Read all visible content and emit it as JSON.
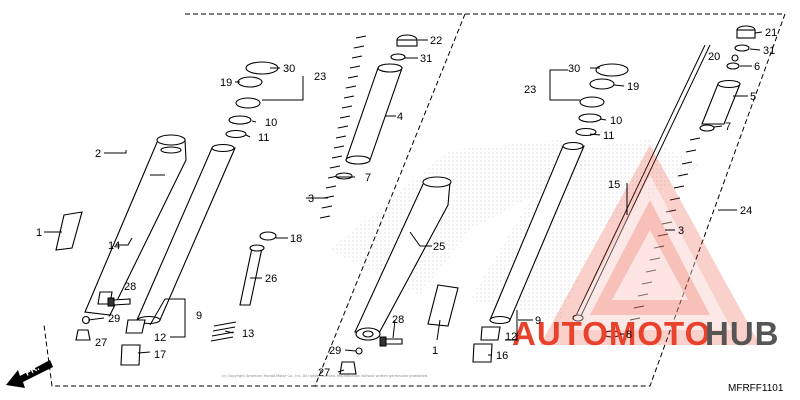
{
  "diagram_code": "MFRFF1101",
  "direction_label": "FR.",
  "watermark": {
    "word_a": "AUTOMOTO",
    "word_b": "HUB",
    "color_a": "#e8412c",
    "color_b": "#555555"
  },
  "copyright": "(c) Copyright American Honda Motor Co., Inc. All rights reserved. Reproduction without written permission prohibited.",
  "callouts": {
    "left": [
      "2",
      "1",
      "14",
      "28",
      "29",
      "27",
      "12",
      "17",
      "9",
      "13",
      "26",
      "18",
      "3",
      "11",
      "10",
      "19",
      "30",
      "23",
      "4",
      "7",
      "22",
      "31"
    ],
    "middle": [
      "25",
      "28",
      "29",
      "27",
      "1",
      "9",
      "12",
      "16",
      "11",
      "10",
      "19",
      "30",
      "23"
    ],
    "right": [
      "21",
      "31",
      "20",
      "6",
      "5",
      "7",
      "15",
      "3",
      "24",
      "8"
    ]
  },
  "colors": {
    "line": "#000000",
    "shade": "#cccccc"
  }
}
